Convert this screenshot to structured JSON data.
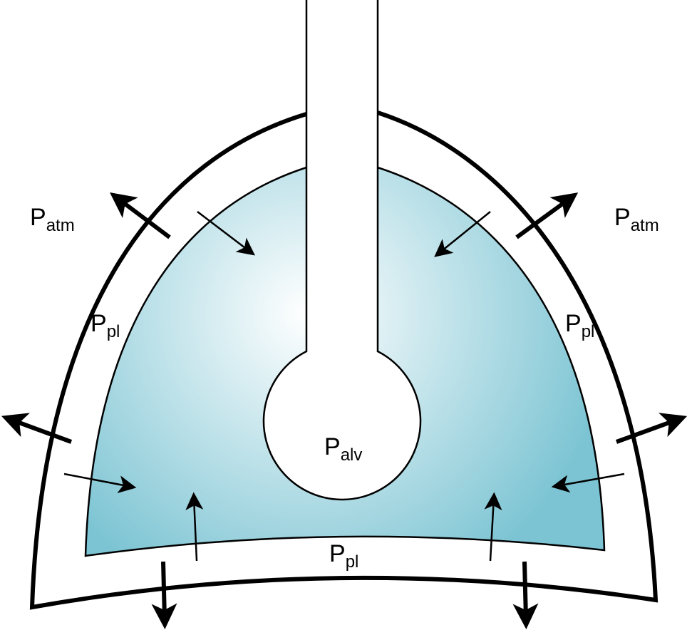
{
  "labels": {
    "p_atm_left": {
      "main": "P",
      "sub": "atm"
    },
    "p_atm_right": {
      "main": "P",
      "sub": "atm"
    },
    "p_pl_left": {
      "main": "P",
      "sub": "pl"
    },
    "p_pl_right": {
      "main": "P",
      "sub": "pl"
    },
    "p_pl_bottom": {
      "main": "P",
      "sub": "pl"
    },
    "p_alv": {
      "main": "P",
      "sub": "alv"
    }
  },
  "colors": {
    "lung_edge": "#7cc4d3",
    "lung_center": "#ffffff",
    "stroke": "#000000"
  }
}
